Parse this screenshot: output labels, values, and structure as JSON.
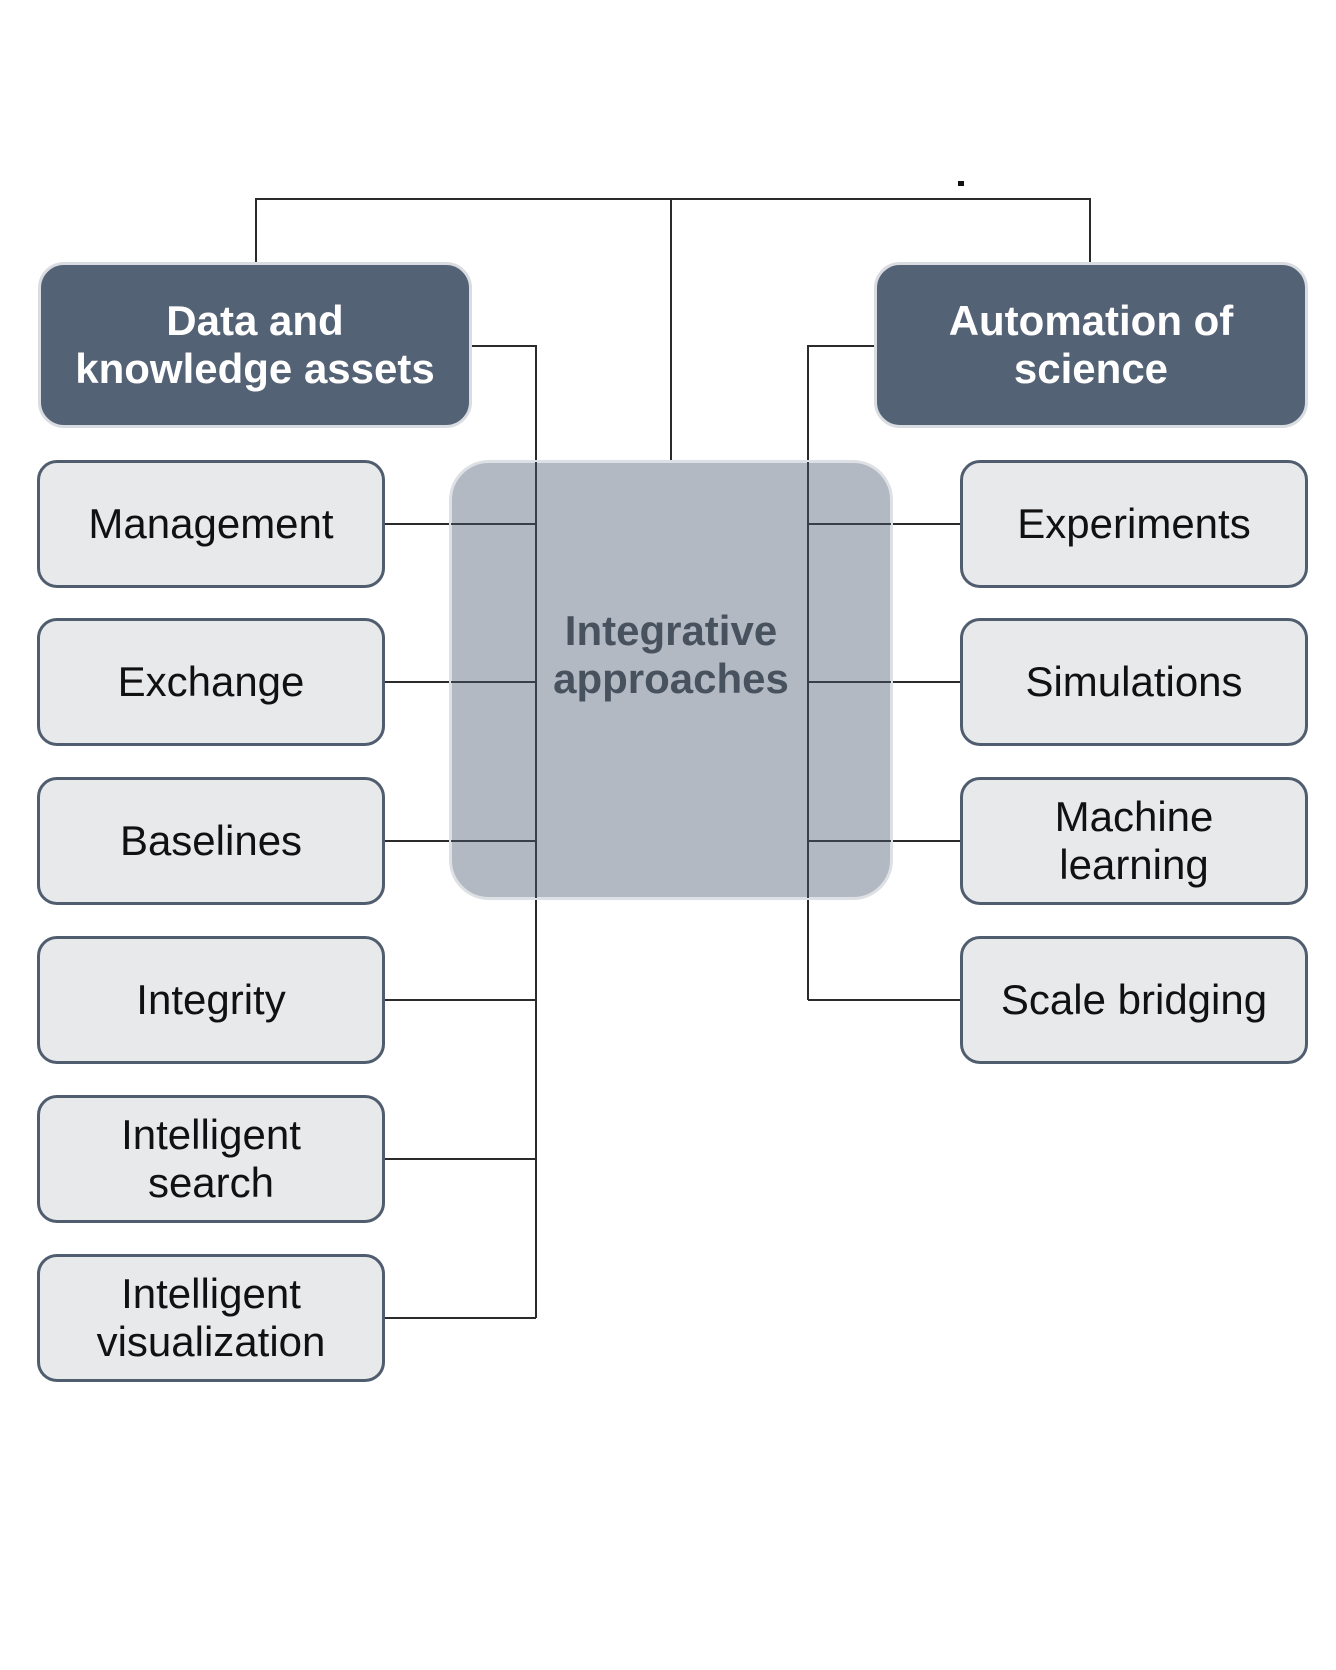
{
  "diagram": {
    "left_branch": {
      "header": "Data and\nknowledge assets",
      "items": [
        "Management",
        "Exchange",
        "Baselines",
        "Integrity",
        "Intelligent\nsearch",
        "Intelligent\nvisualization"
      ]
    },
    "center": {
      "label": "Integrative\napproaches"
    },
    "right_branch": {
      "header": "Automation of\nscience",
      "items": [
        "Experiments",
        "Simulations",
        "Machine\nlearning",
        "Scale bridging"
      ]
    },
    "colors": {
      "header_fill": "#546275",
      "center_fill": "#b3b9c3",
      "item_fill": "#e8e9eb",
      "item_border": "#4f5d6f",
      "connector": "#2b2b2b"
    }
  }
}
